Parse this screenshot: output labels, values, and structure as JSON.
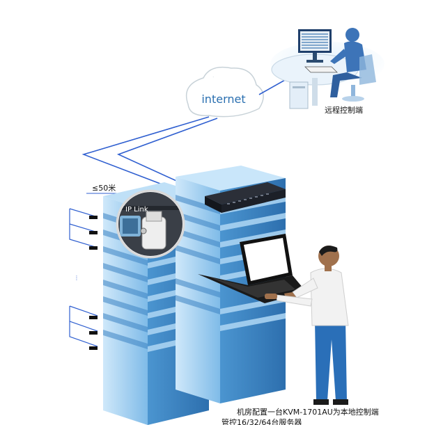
{
  "cloud": {
    "label": "internet"
  },
  "remote": {
    "label": "远程控制端"
  },
  "distance": {
    "label": "≤50米"
  },
  "zoom": {
    "label": "IP Link"
  },
  "caption": {
    "line1": "机房配置一台KVM-1701AU为本地控制端",
    "line2": "管控16/32/64台服务器"
  },
  "colors": {
    "cable": "#2f5fd0",
    "rack_light": "#9ecff2",
    "rack_mid": "#5aa6dc",
    "rack_dark": "#2d6fae",
    "shirt": "#f2f2f2",
    "pants": "#2a6fb8",
    "skin": "#a0714d"
  },
  "icons": [
    "cloud-icon",
    "desk-workstation-icon",
    "server-rack-icon",
    "kvm-switch-icon",
    "console-laptop-icon",
    "operator-person-icon",
    "ip-link-connector-icon"
  ]
}
